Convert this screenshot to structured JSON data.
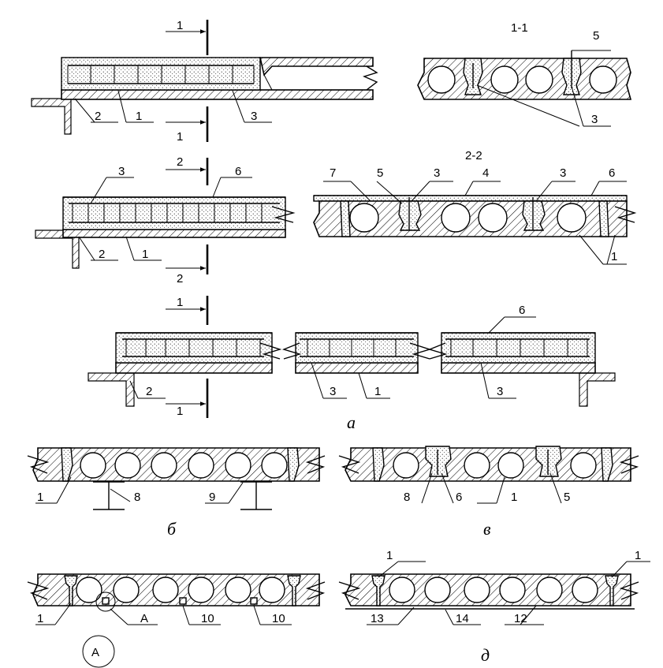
{
  "sections": {
    "s11_top": "1",
    "s11_bottom": "1",
    "s11_title": "1-1",
    "s22_top": "2",
    "s22_bottom": "2",
    "s22_title": "2-2",
    "s11b_top": "1",
    "s11b_bottom": "1"
  },
  "figure_letters": {
    "a": "а",
    "b": "б",
    "v": "в",
    "d": "д"
  },
  "detail_marker": "А",
  "labels": {
    "r1_1": "1",
    "r1_2": "2",
    "r1_3": "3",
    "r1_5": "5",
    "r1_3b": "3",
    "r2_3": "3",
    "r2_6": "6",
    "r2_2": "2",
    "r2_1": "1",
    "r2_7": "7",
    "r2_5": "5",
    "r2_3b": "3",
    "r2_4": "4",
    "r2_3c": "3",
    "r2_6b": "6",
    "r2_1b": "1",
    "r3_6": "6",
    "r3_2": "2",
    "r3_3": "3",
    "r3_1": "1",
    "r3_3b": "3",
    "b_1": "1",
    "b_8": "8",
    "b_9": "9",
    "v_8": "8",
    "v_6": "6",
    "v_1": "1",
    "v_5": "5",
    "g_1": "1",
    "g_A": "А",
    "g_10": "10",
    "g_10b": "10",
    "d_1": "1",
    "d_1b": "1",
    "d_13": "13",
    "d_14": "14",
    "d_12": "12"
  }
}
